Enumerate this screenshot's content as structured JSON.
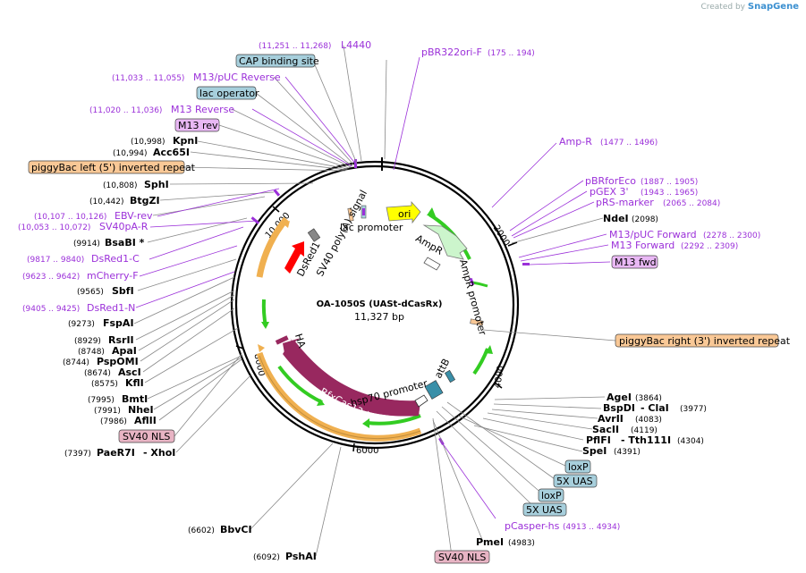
{
  "brand": {
    "created_by": "Created by",
    "product": "SnapGene"
  },
  "plasmid": {
    "name": "OA-1050S (UASt-dCasRx)",
    "length": "11,327 bp"
  },
  "ticks": [
    "2000",
    "4000",
    "6000",
    "8000",
    "10,000"
  ],
  "features": {
    "ori": "ori",
    "ampr": "AmpR",
    "ampr_promoter": "AmpR promoter",
    "lac_promoter": "lac promoter",
    "sv40_polya": "SV40 poly(A) signal",
    "dsred1": "DsRed1",
    "ha": "HA",
    "rfxcas13d": "RfxCas13d",
    "hsp70_promoter": "hsp70 promoter",
    "attb": "attB"
  },
  "enzymes_left": [
    {
      "name": "KpnI",
      "pos": "(10,998)"
    },
    {
      "name": "Acc65I",
      "pos": "(10,994)"
    },
    {
      "name": "SphI",
      "pos": "(10,808)"
    },
    {
      "name": "BtgZI",
      "pos": "(10,442)"
    },
    {
      "name": "BsaBI *",
      "pos": "(9914)"
    },
    {
      "name": "SbfI",
      "pos": "(9565)"
    },
    {
      "name": "FspAI",
      "pos": "(9273)"
    },
    {
      "name": "RsrII",
      "pos": "(8929)"
    },
    {
      "name": "ApaI",
      "pos": "(8748)"
    },
    {
      "name": "PspOMI",
      "pos": "(8744)"
    },
    {
      "name": "AscI",
      "pos": "(8674)"
    },
    {
      "name": "KflI",
      "pos": "(8575)"
    },
    {
      "name": "BmtI",
      "pos": "(7995)"
    },
    {
      "name": "NheI",
      "pos": "(7991)"
    },
    {
      "name": "AflII",
      "pos": "(7986)"
    }
  ],
  "enzymes_bottom": [
    {
      "name": "PaeR7I",
      "name2": "XhoI",
      "pos": "(7397)"
    },
    {
      "name": "BbvCI",
      "pos": "(6602)"
    },
    {
      "name": "PshAI",
      "pos": "(6092)"
    },
    {
      "name": "PmeI",
      "pos": "(4983)"
    }
  ],
  "enzymes_right": [
    {
      "name": "NdeI",
      "pos": "(2098)"
    },
    {
      "name": "AgeI",
      "pos": "(3864)"
    },
    {
      "name": "BspDI",
      "name2": "ClaI",
      "pos": "(3977)"
    },
    {
      "name": "AvrII",
      "pos": "(4083)"
    },
    {
      "name": "SacII",
      "pos": "(4119)"
    },
    {
      "name": "PflFI",
      "name2": "Tth111I",
      "pos": "(4304)"
    },
    {
      "name": "SpeI",
      "pos": "(4391)"
    }
  ],
  "primers": [
    {
      "name": "L4440",
      "pos": "(11,251 .. 11,268)"
    },
    {
      "name": "pBR322ori-F",
      "pos": "(175 .. 194)"
    },
    {
      "name": "M13/pUC Reverse",
      "pos": "(11,033 .. 11,055)"
    },
    {
      "name": "M13 Reverse",
      "pos": "(11,020 .. 11,036)"
    },
    {
      "name": "Amp-R",
      "pos": "(1477 .. 1496)"
    },
    {
      "name": "pBRforEco",
      "pos": "(1887 .. 1905)"
    },
    {
      "name": "pGEX 3'",
      "pos": "(1943 .. 1965)"
    },
    {
      "name": "pRS-marker",
      "pos": "(2065 .. 2084)"
    },
    {
      "name": "M13/pUC Forward",
      "pos": "(2278 .. 2300)"
    },
    {
      "name": "M13 Forward",
      "pos": "(2292 .. 2309)"
    },
    {
      "name": "EBV-rev",
      "pos": "(10,107 .. 10,126)"
    },
    {
      "name": "SV40pA-R",
      "pos": "(10,053 .. 10,072)"
    },
    {
      "name": "DsRed1-C",
      "pos": "(9817 .. 9840)"
    },
    {
      "name": "mCherry-F",
      "pos": "(9623 .. 9642)"
    },
    {
      "name": "DsRed1-N",
      "pos": "(9405 .. 9425)"
    },
    {
      "name": "pCasper-hs",
      "pos": "(4913 .. 4934)"
    }
  ],
  "boxes": {
    "cap": "CAP binding site",
    "lac_operator": "lac operator",
    "m13_rev": "M13 rev",
    "m13_fwd": "M13 fwd",
    "piggybac_left": "piggyBac left (5') inverted repeat",
    "piggybac_right": "piggyBac right (3') inverted repeat",
    "sv40nls_left": "SV40 NLS",
    "sv40nls_bottom": "SV40 NLS",
    "loxp1": "loxP",
    "uas1": "5X UAS",
    "loxp2": "loxP",
    "uas2": "5X UAS"
  },
  "colors": {
    "primer": "#9b30d9",
    "feature_box_blue": "#a7cfdc",
    "feature_box_orange": "#f9c896",
    "feature_box_purple": "#e9b8f5",
    "feature_box_pink": "#e8b4c4",
    "cas13": "#98285f",
    "dsred": "#ff0000",
    "ori": "#ffff00",
    "ampr": "#ccf5cc",
    "green_arrow": "#33cc22",
    "orange_arc": "#f0b050"
  }
}
